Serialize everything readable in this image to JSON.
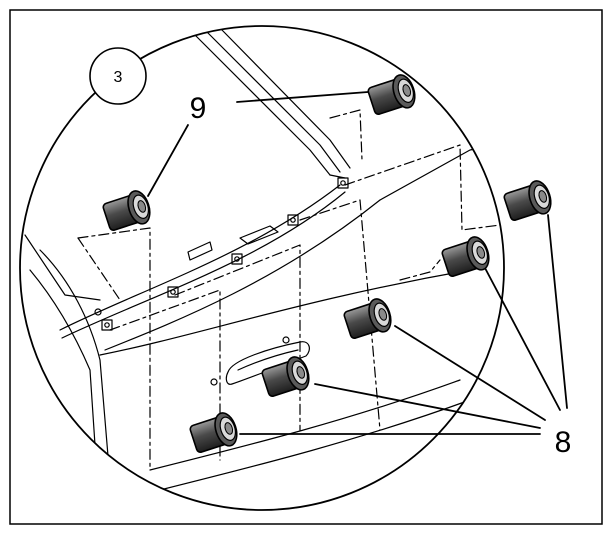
{
  "figure": {
    "step_number": "3",
    "callouts": {
      "left_callout": "9",
      "right_callout": "8"
    },
    "colors": {
      "line": "#000000",
      "background": "#ffffff",
      "fastener_fill": "#6e6e6e",
      "fastener_face": "#d9d9d9"
    }
  }
}
